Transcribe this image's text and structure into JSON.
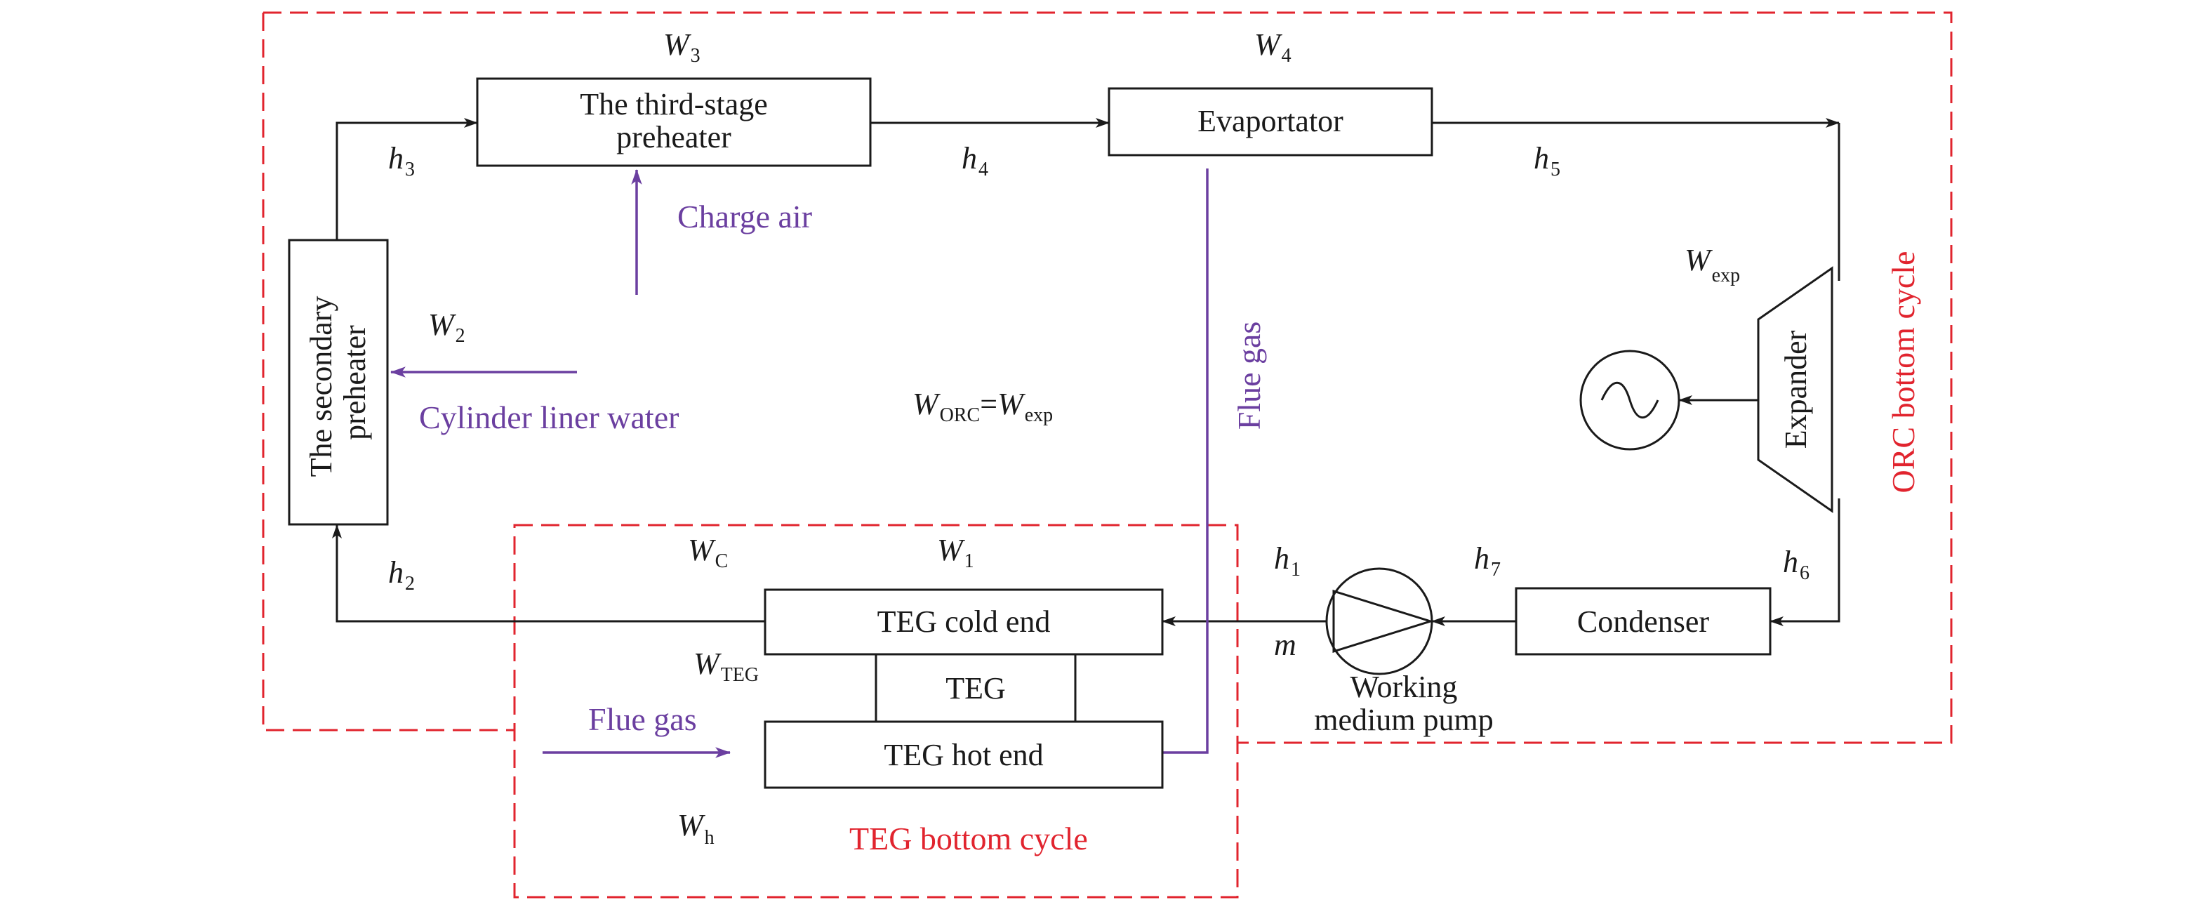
{
  "components": {
    "third_stage_preheater": [
      "The third-stage",
      "preheater"
    ],
    "evaporator": "Evaportator",
    "secondary_preheater": [
      "The secondary",
      "preheater"
    ],
    "expander": "Expander",
    "condenser": "Condenser",
    "teg_cold_end": "TEG cold end",
    "teg": "TEG",
    "teg_hot_end": "TEG hot end",
    "pump_label": [
      "Working",
      "medium pump"
    ]
  },
  "streams": {
    "charge_air": "Charge air",
    "cylinder_liner_water": "Cylinder liner water",
    "flue_gas_vertical": "Flue gas",
    "flue_gas_inlet": "Flue gas"
  },
  "cycles": {
    "orc": "ORC bottom cycle",
    "teg": "TEG bottom cycle"
  },
  "variables": {
    "W3": {
      "main": "W",
      "sub": "3"
    },
    "W4": {
      "main": "W",
      "sub": "4"
    },
    "W2": {
      "main": "W",
      "sub": "2"
    },
    "Wexp": {
      "main": "W",
      "sub": "exp"
    },
    "WC": {
      "main": "W",
      "sub": "C"
    },
    "W1": {
      "main": "W",
      "sub": "1"
    },
    "WTEG": {
      "main": "W",
      "sub": "TEG"
    },
    "Wh": {
      "main": "W",
      "sub": "h"
    },
    "h1": {
      "main": "h",
      "sub": "1"
    },
    "h2": {
      "main": "h",
      "sub": "2"
    },
    "h3": {
      "main": "h",
      "sub": "3"
    },
    "h4": {
      "main": "h",
      "sub": "4"
    },
    "h5": {
      "main": "h",
      "sub": "5"
    },
    "h6": {
      "main": "h",
      "sub": "6"
    },
    "h7": {
      "main": "h",
      "sub": "7"
    },
    "m": {
      "main": "m"
    }
  },
  "equation": {
    "lhs_main": "W",
    "lhs_sub": "ORC",
    "eq": "=",
    "rhs_main": "W",
    "rhs_sub": "exp"
  },
  "colors": {
    "line": "#1a1a1a",
    "stream": "#6b3fa0",
    "boundary": "#e1242e"
  }
}
